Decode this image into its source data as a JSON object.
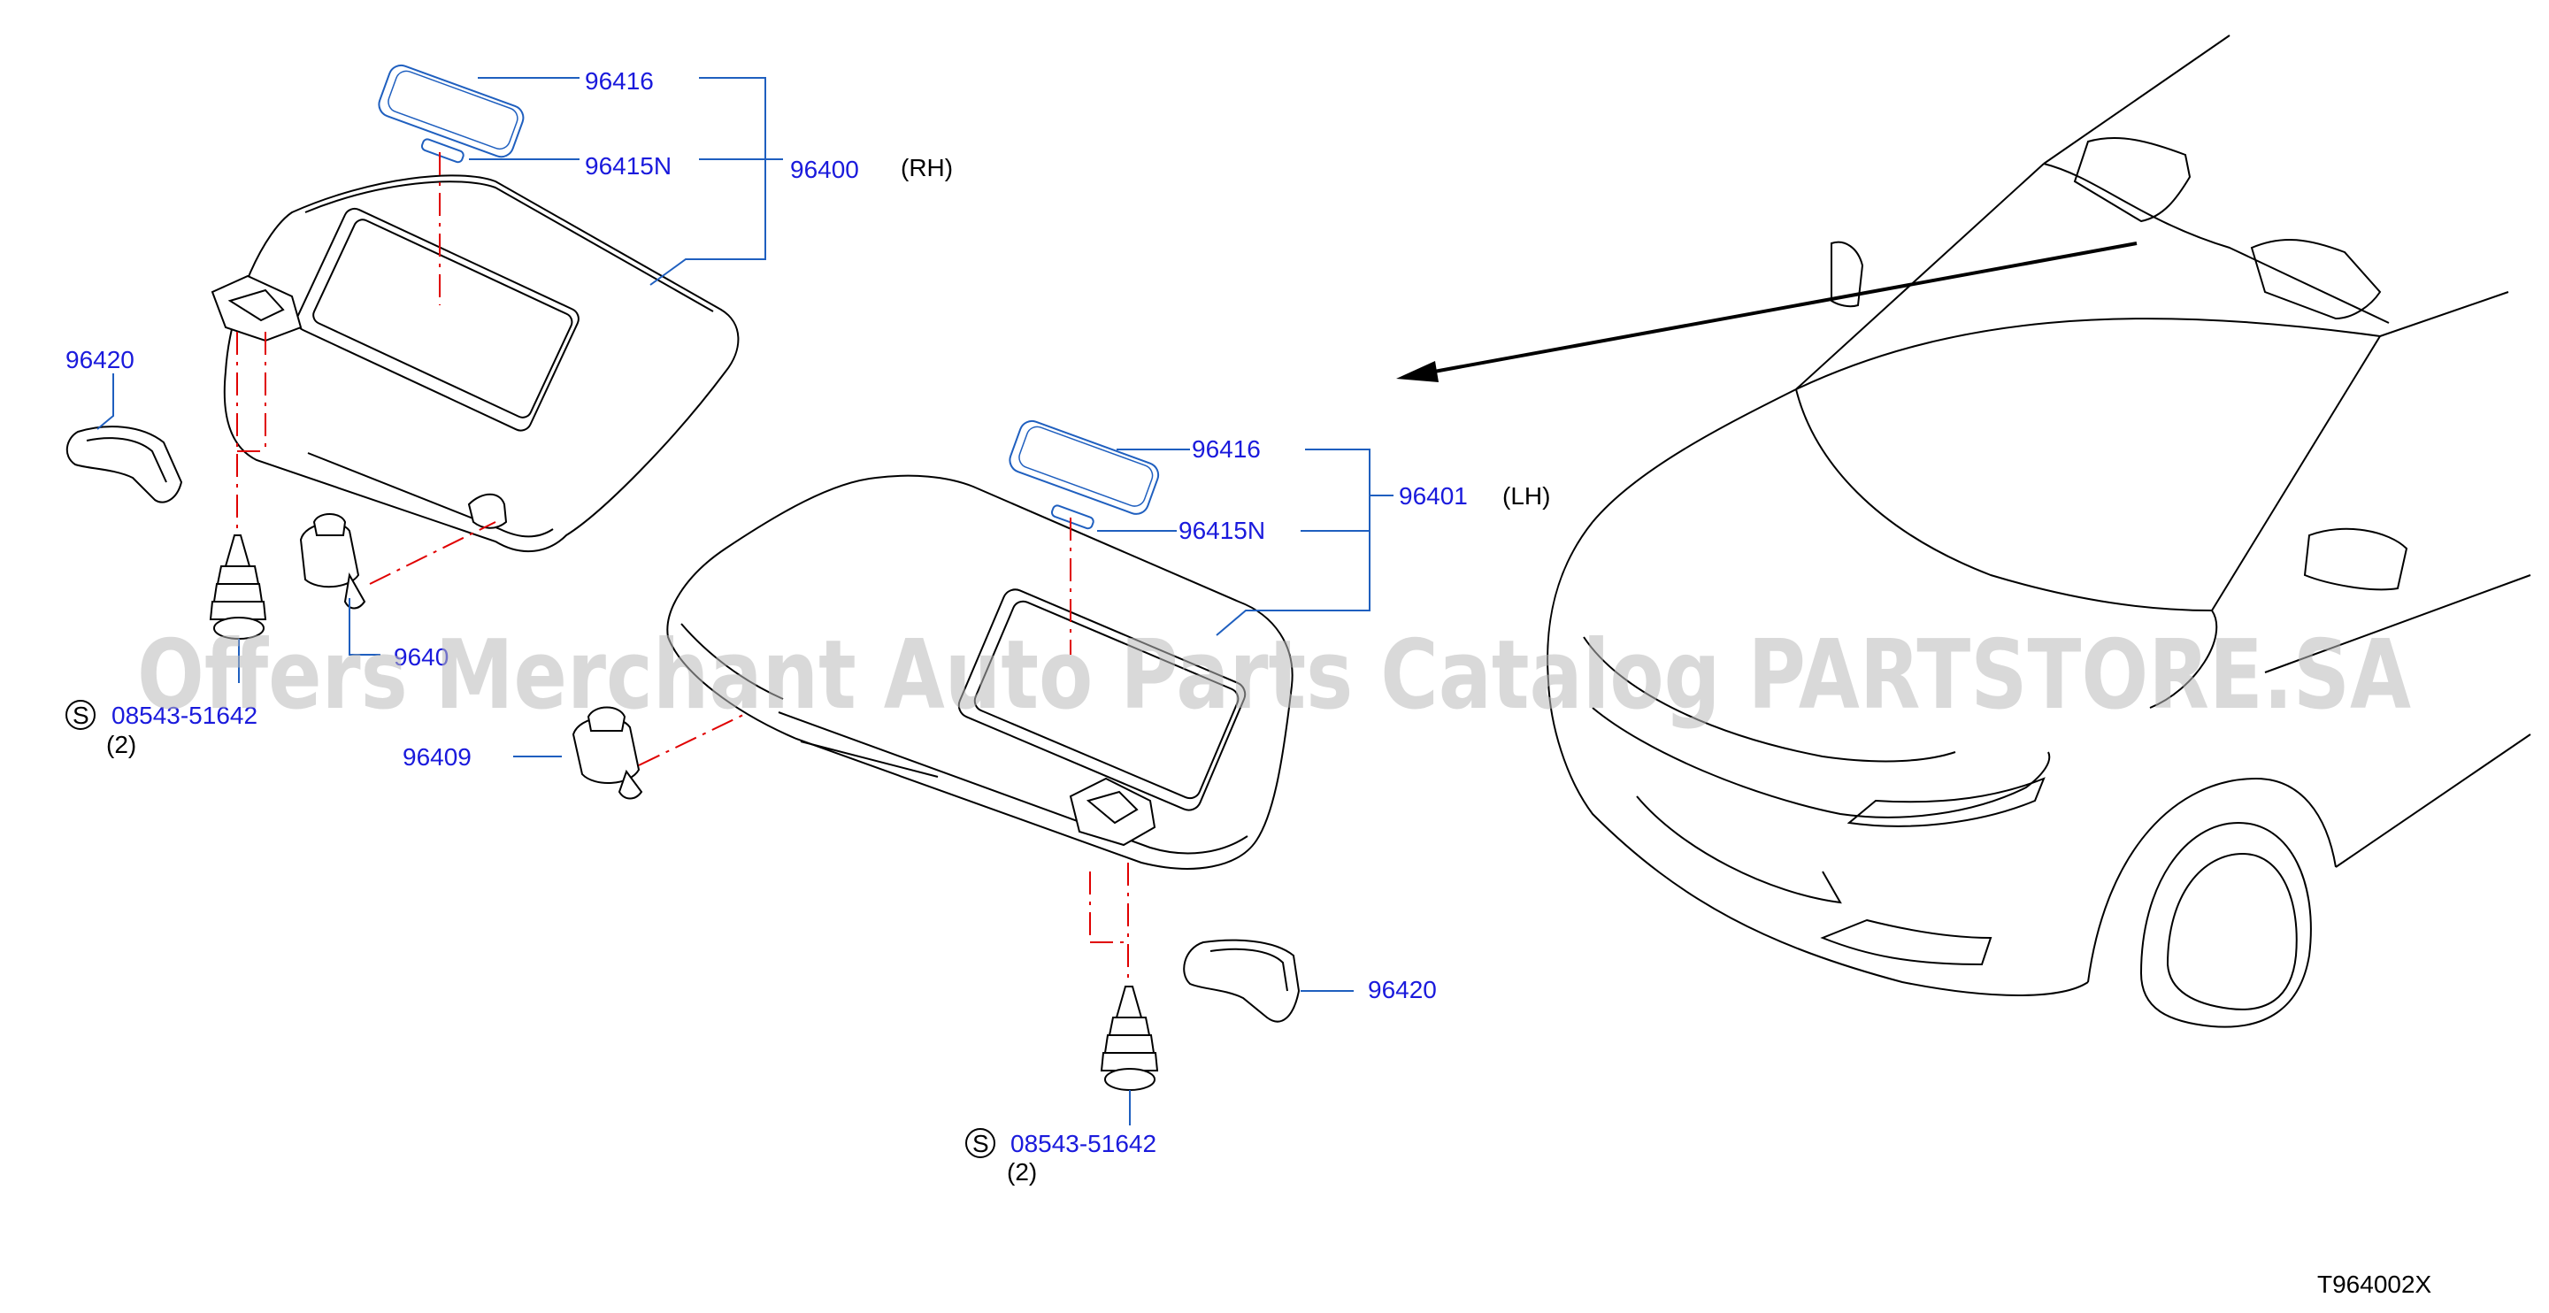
{
  "callouts": {
    "rh_lens": "96416",
    "rh_bulb": "96415N",
    "rh_assembly": "96400",
    "rh_side": "(RH)",
    "lh_lens": "96416",
    "lh_bulb": "96415N",
    "lh_assembly": "96401",
    "lh_side": "(LH)",
    "rh_cover": "96420",
    "lh_cover": "96420",
    "rh_holder": "9640",
    "lh_holder": "96409",
    "rh_screw": "08543-51642",
    "rh_screw_qty": "(2)",
    "lh_screw": "08543-51642",
    "lh_screw_qty": "(2)",
    "standard_part_symbol": "S"
  },
  "figure_code": "T964002X",
  "watermark": "Offers Merchant Auto Parts Catalog PARTSTORE.SA",
  "colors": {
    "callout": "#1a1adc",
    "leader": "#1f5fbf",
    "centerline": "#e00000",
    "watermark": "#b9b9b9"
  }
}
